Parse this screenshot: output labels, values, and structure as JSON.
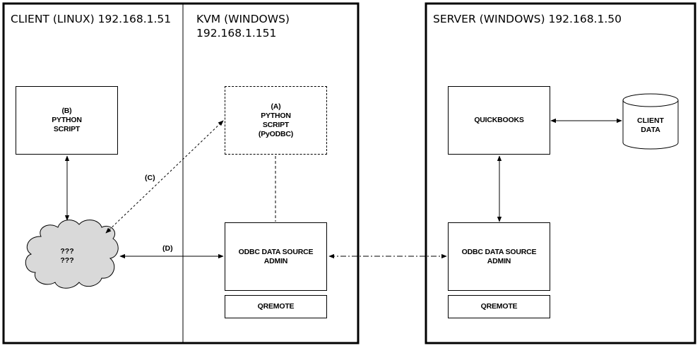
{
  "regions": {
    "client": {
      "title": "CLIENT (LINUX) 192.168.1.51"
    },
    "kvm": {
      "title_line1": "KVM (WINDOWS)",
      "title_line2": "192.168.1.151"
    },
    "server": {
      "title": "SERVER (WINDOWS) 192.168.1.50"
    }
  },
  "nodes": {
    "python_script_b": {
      "line1": "(B)",
      "line2": "PYTHON",
      "line3": "SCRIPT"
    },
    "cloud": {
      "line1": "???",
      "line2": "???"
    },
    "python_script_a": {
      "line1": "(A)",
      "line2": "PYTHON",
      "line3": "SCRIPT",
      "line4": "(PyODBC)"
    },
    "kvm_odbc": {
      "line1": "ODBC DATA SOURCE",
      "line2": "ADMIN"
    },
    "kvm_qremote": {
      "label": "QREMOTE"
    },
    "quickbooks": {
      "label": "QUICKBOOKS"
    },
    "client_data": {
      "line1": "CLIENT",
      "line2": "DATA"
    },
    "server_odbc": {
      "line1": "ODBC DATA SOURCE",
      "line2": "ADMIN"
    },
    "server_qremote": {
      "label": "QREMOTE"
    }
  },
  "edges": {
    "c": {
      "label": "(C)"
    },
    "d": {
      "label": "(D)"
    }
  }
}
